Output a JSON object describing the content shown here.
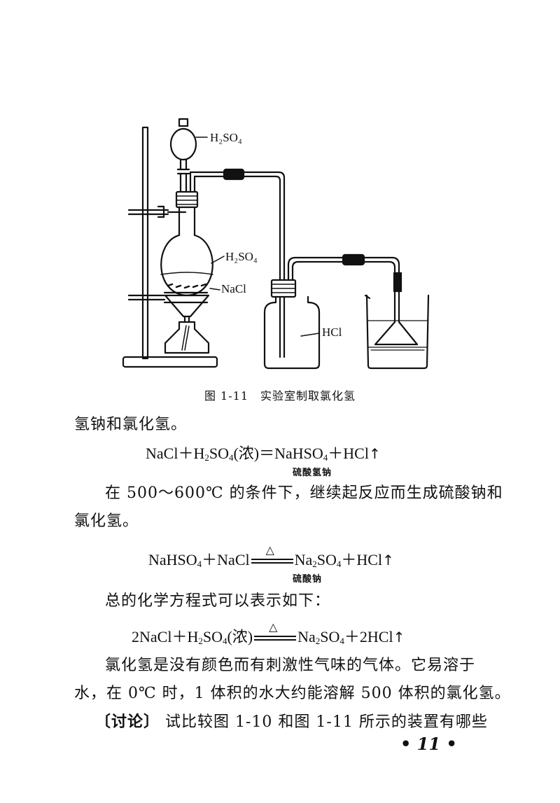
{
  "figure": {
    "labels": {
      "funnel_acid": "H₂SO₄",
      "flask_acid": "H₂SO₄",
      "flask_salt": "NaCl",
      "bottle_gas": "HCl"
    },
    "caption": "图 1-11　实验室制取氯化氢"
  },
  "text": {
    "line1": "氢钠和氯化氢。",
    "eq1": {
      "lhs_a": "NaCl＋H",
      "lhs_sub1": "2",
      "lhs_b": "SO",
      "lhs_sub2": "4",
      "lhs_c": "(浓)＝NaHSO",
      "rhs_sub": "4",
      "rhs_b": "＋HCl",
      "arrow": "↑",
      "note": "硫酸氢钠"
    },
    "para2_line1": "在 500～600℃ 的条件下，继续起反应而生成硫酸钠和",
    "para2_line2": "氯化氢。",
    "eq2": {
      "lhs": "NaHSO",
      "lhs_sub": "4",
      "lhs_b": "＋NaCl",
      "cond": "△",
      "rhs_a": "Na",
      "rhs_sub1": "2",
      "rhs_b": "SO",
      "rhs_sub2": "4",
      "rhs_c": "＋HCl",
      "arrow": "↑",
      "note": "硫酸钠"
    },
    "para3": "总的化学方程式可以表示如下：",
    "eq3": {
      "lhs_a": "2NaCl＋H",
      "lhs_sub1": "2",
      "lhs_b": "SO",
      "lhs_sub2": "4",
      "lhs_c": "(浓)",
      "cond": "△",
      "rhs_a": "Na",
      "rhs_sub1": "2",
      "rhs_b": "SO",
      "rhs_sub2": "4",
      "rhs_c": "＋2HCl",
      "arrow": "↑"
    },
    "para4_line1": "氯化氢是没有颜色而有刺激性气味的气体。它易溶于",
    "para4_line2": "水，在 0℃ 时，1 体积的水大约能溶解 500 体积的氯化氢。",
    "discuss_tag": "〔讨论〕",
    "discuss_text": "试比较图 1-10 和图 1-11 所示的装置有哪些",
    "page_number": "• 11 •"
  }
}
